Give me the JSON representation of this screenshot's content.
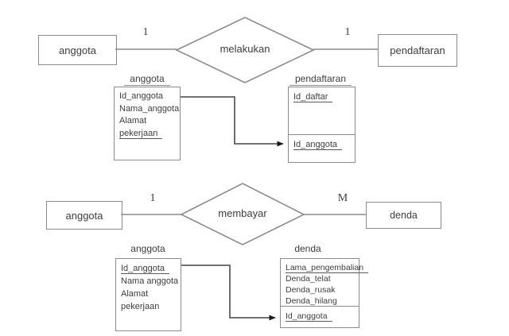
{
  "diagram": {
    "type": "entity-relationship-diagram",
    "colors": {
      "shape_line": "#8c8c8c",
      "connector_line": "#5f5f5f",
      "arrow": "#1a1a1a",
      "text": "#3d3d3d",
      "background": "#ffffff"
    },
    "sections": [
      {
        "er": {
          "left_entity": "anggota",
          "left_cardinality": "1",
          "relationship": "melakukan",
          "right_cardinality": "1",
          "right_entity": "pendaftaran"
        },
        "tables": [
          {
            "title": "anggota",
            "fields": [
              "Id_anggota",
              "Nama_anggota",
              "Alamat",
              "pekerjaan"
            ]
          },
          {
            "title": "pendaftaran",
            "primary_fields": [
              "Id_daftar"
            ],
            "foreign_fields": [
              "Id_anggota"
            ]
          }
        ]
      },
      {
        "er": {
          "left_entity": "anggota",
          "left_cardinality": "1",
          "relationship": "membayar",
          "right_cardinality": "M",
          "right_entity": "denda"
        },
        "tables": [
          {
            "title": "anggota",
            "fields": [
              "Id_anggota",
              "Nama anggota",
              "Alamat",
              "pekerjaan"
            ]
          },
          {
            "title": "denda",
            "primary_fields": [
              "Lama_pengembalian",
              "Denda_telat",
              "Denda_rusak",
              "Denda_hilang"
            ],
            "foreign_fields": [
              "Id_anggota"
            ]
          }
        ]
      }
    ]
  }
}
